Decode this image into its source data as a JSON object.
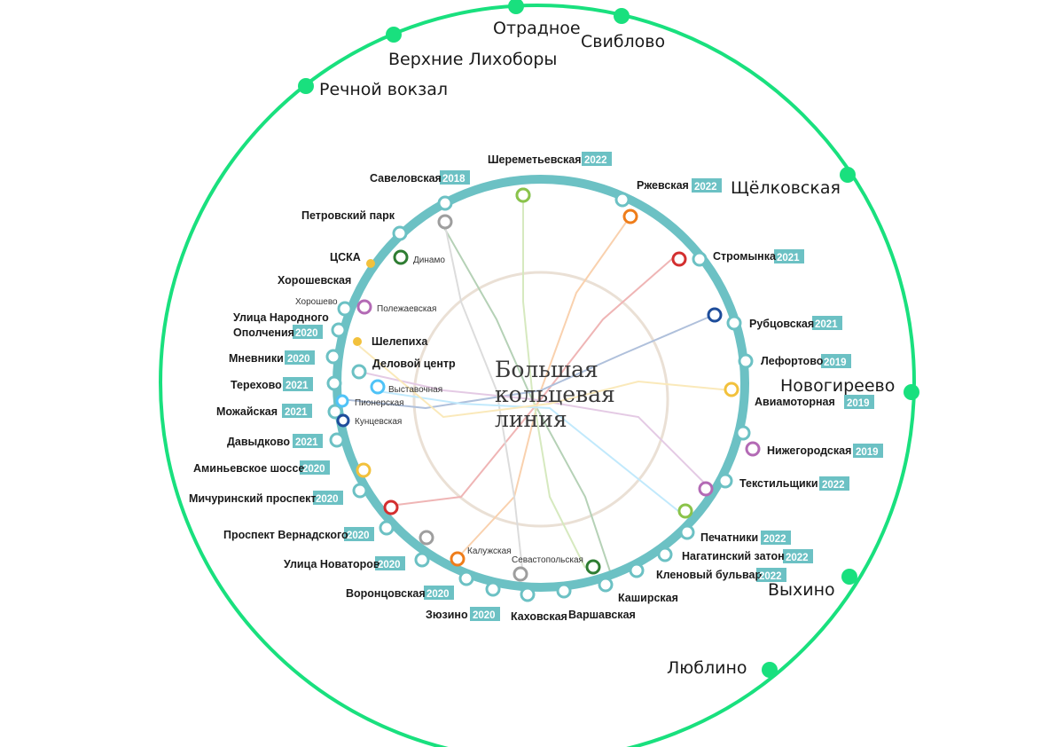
{
  "colors": {
    "outer_line": "#19e07e",
    "bkl_line": "#6cc1c4",
    "year_badge": "#6cc1c4",
    "inner_ring": "#e2d6c8",
    "station_fill": "#ffffff",
    "line_green": "#2e7d32",
    "line_red": "#d32f2f",
    "line_orange": "#ef7d1a",
    "line_darkblue": "#1e4d9b",
    "line_lightblue": "#4fc3f7",
    "line_yellow": "#f2c13c",
    "line_lime": "#8bc34a",
    "line_gray": "#9e9e9e",
    "line_purple": "#b36ab5"
  },
  "title": {
    "line1": "Большая",
    "line2": "кольцевая",
    "line3": "линия"
  },
  "outer_stations": [
    "Речной вокзал",
    "Верхние Лихоборы",
    "Отрадное",
    "Свиблово",
    "Щёлковская",
    "Новогиреево",
    "Выхино",
    "Люблино"
  ],
  "bkl_stations": [
    {
      "name": "Шереметьевская",
      "year": "2022"
    },
    {
      "name": "Ржевская",
      "year": "2022"
    },
    {
      "name": "Стромынка",
      "year": "2021"
    },
    {
      "name": "Рубцовская",
      "year": "2021"
    },
    {
      "name": "Лефортово",
      "year": "2019"
    },
    {
      "name": "Авиамоторная",
      "year": "2019"
    },
    {
      "name": "Нижегородская",
      "year": "2019"
    },
    {
      "name": "Текстильщики",
      "year": "2022"
    },
    {
      "name": "Печатники",
      "year": "2022"
    },
    {
      "name": "Нагатинский затон",
      "year": "2022"
    },
    {
      "name": "Кленовый бульвар",
      "year": "2022"
    },
    {
      "name": "Каширская",
      "year": ""
    },
    {
      "name": "Варшавская",
      "year": ""
    },
    {
      "name": "Каховская",
      "year": ""
    },
    {
      "name": "Зюзино",
      "year": "2020"
    },
    {
      "name": "Воронцовская",
      "year": "2020"
    },
    {
      "name": "Улица Новаторов",
      "year": "2020"
    },
    {
      "name": "Проспект Вернадского",
      "year": "2020"
    },
    {
      "name": "Мичуринский проспект",
      "year": "2020"
    },
    {
      "name": "Аминьевское шоссе",
      "year": "2020"
    },
    {
      "name": "Давыдково",
      "year": "2021"
    },
    {
      "name": "Можайская",
      "year": "2021"
    },
    {
      "name": "Терехово",
      "year": "2021"
    },
    {
      "name": "Мневники",
      "year": "2020"
    },
    {
      "name": "Улица Народного",
      "year": ""
    },
    {
      "name": "Ополчения",
      "year": "2020"
    },
    {
      "name": "Шелепиха",
      "year": ""
    },
    {
      "name": "Деловой центр",
      "year": ""
    },
    {
      "name": "Хорошевская",
      "year": ""
    },
    {
      "name": "ЦСКА",
      "year": ""
    },
    {
      "name": "Петровский парк",
      "year": ""
    },
    {
      "name": "Савеловская",
      "year": "2018"
    }
  ],
  "transfer_labels": [
    "Динамо",
    "Хорошево",
    "Полежаевская",
    "Выставочная",
    "Пионерская",
    "Кунцевская",
    "Калужская",
    "Севастопольская"
  ]
}
